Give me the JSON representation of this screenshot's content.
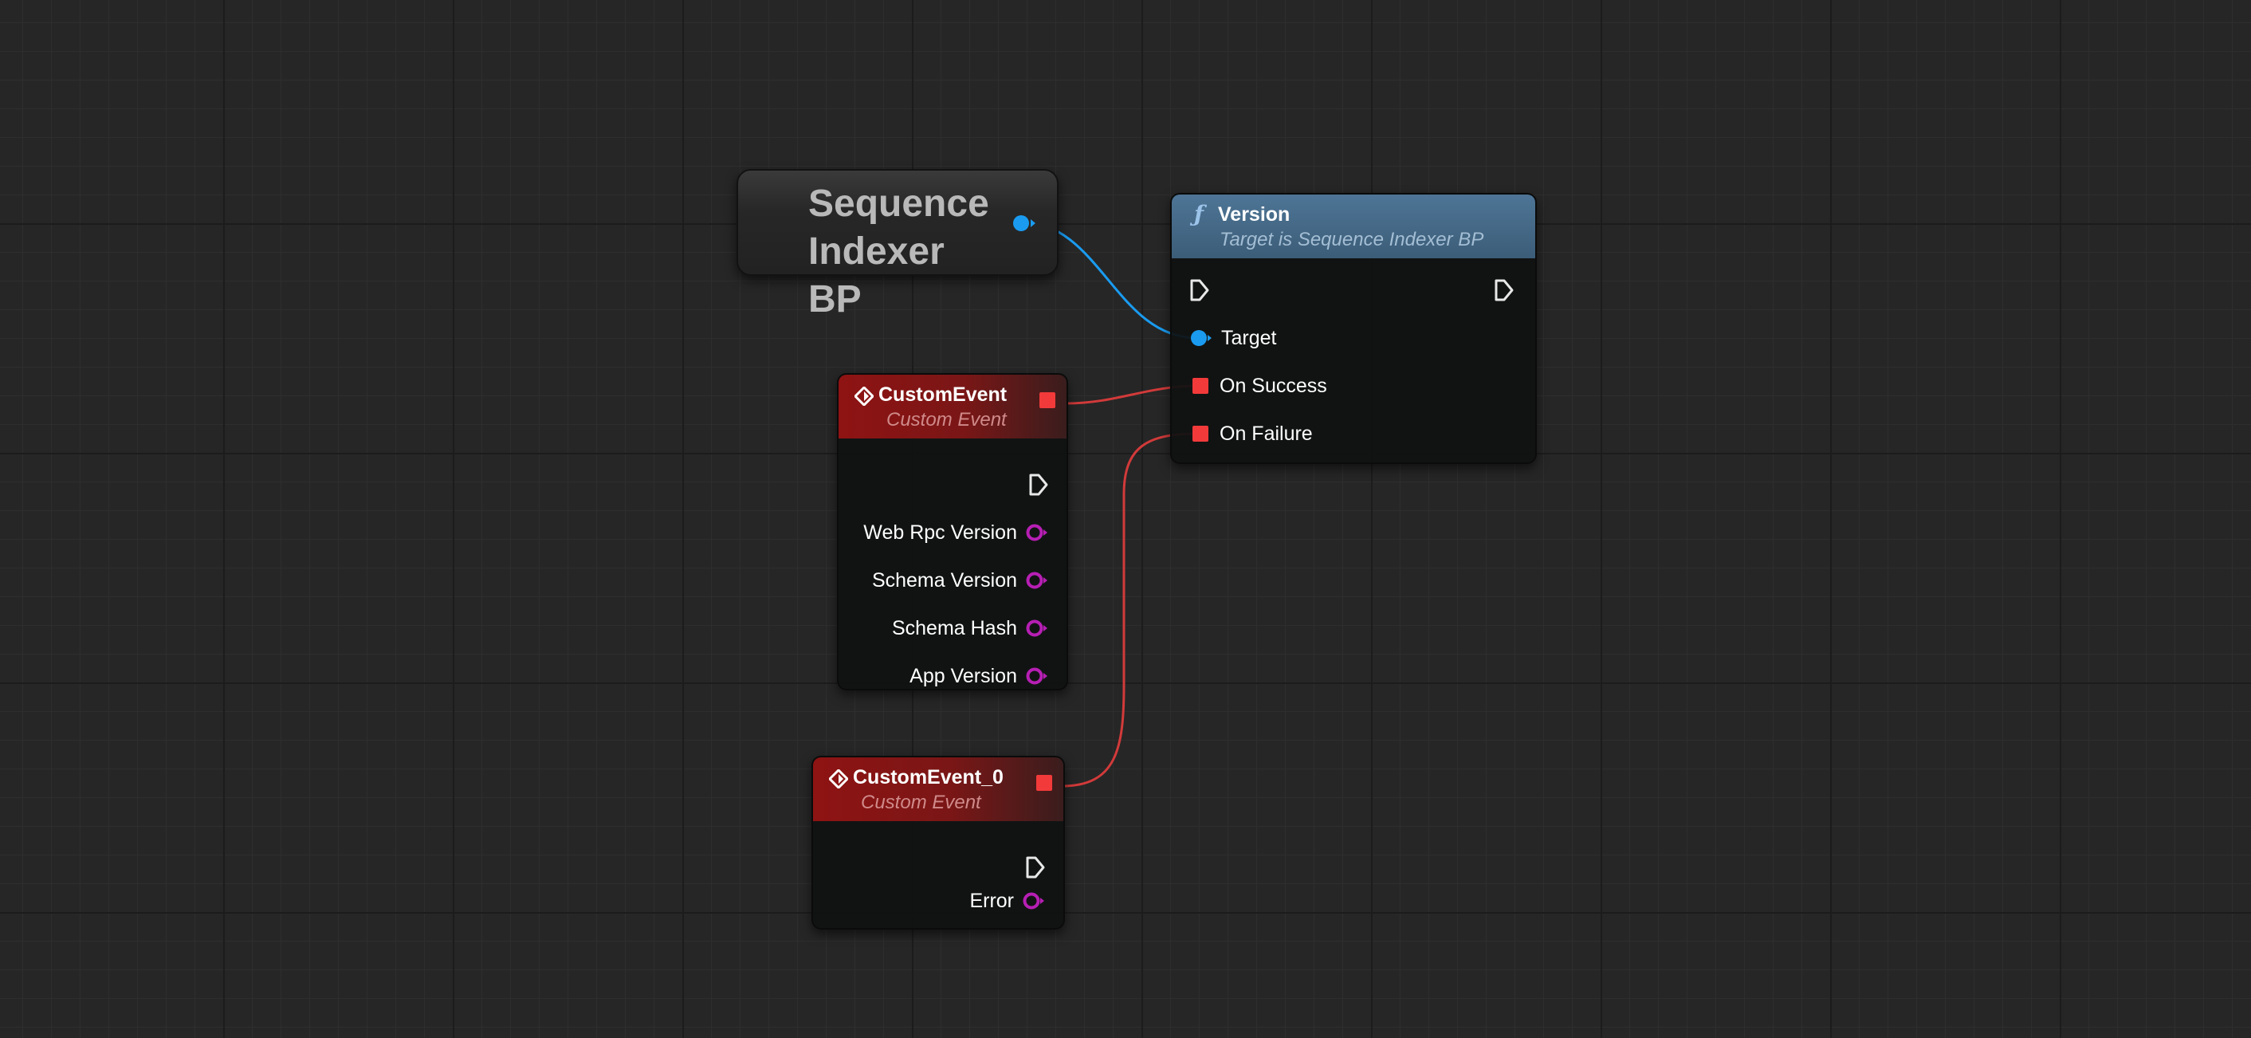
{
  "variable_node": {
    "title": "Sequence Indexer BP",
    "pin_color": "#1a9bf0"
  },
  "version_node": {
    "title": "Version",
    "subtitle": "Target is Sequence Indexer BP",
    "icon": "function-icon",
    "pins": {
      "target": "Target",
      "on_success": "On Success",
      "on_failure": "On Failure"
    }
  },
  "custom_event_1": {
    "title": "CustomEvent",
    "subtitle": "Custom Event",
    "icon": "event-icon",
    "outputs": [
      "Web Rpc Version",
      "Schema Version",
      "Schema Hash",
      "App Version"
    ]
  },
  "custom_event_2": {
    "title": "CustomEvent_0",
    "subtitle": "Custom Event",
    "icon": "event-icon",
    "outputs": [
      "Error"
    ]
  },
  "colors": {
    "exec": "#e8e8e8",
    "object": "#1a9bf0",
    "delegate": "#f23a3a",
    "struct": "#b71fb4",
    "event_header": "#8f1313",
    "function_header": "#4e7596"
  }
}
